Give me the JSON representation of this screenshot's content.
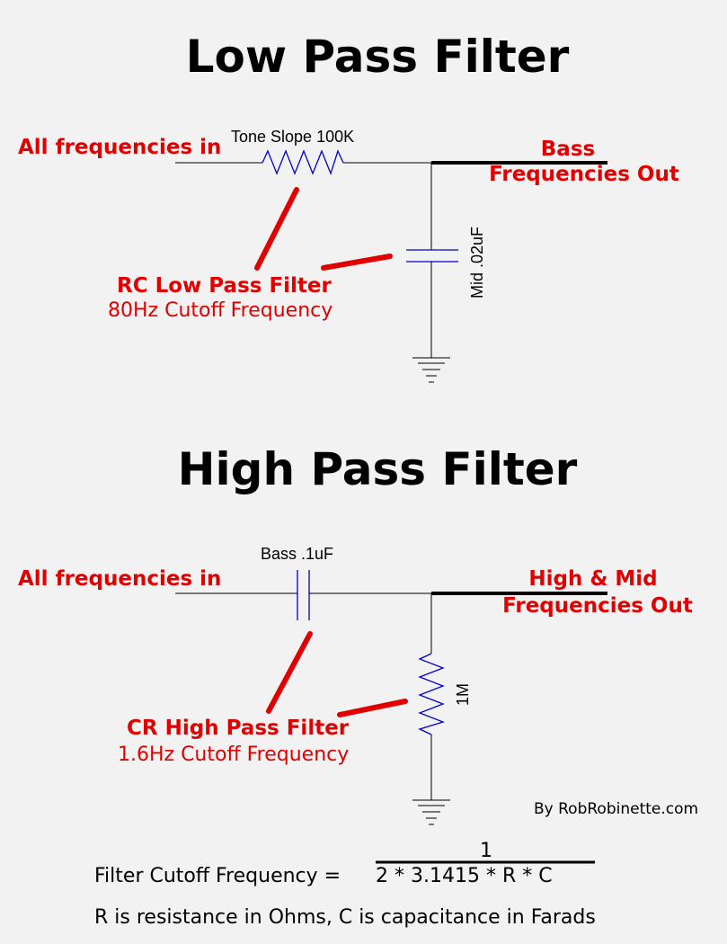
{
  "colors": {
    "background": "#f2f2f2",
    "annotation_red": "#e00000",
    "component_blue": "#0000cc",
    "wire_black": "#000000"
  },
  "low_pass": {
    "title": "Low Pass Filter",
    "input_label": "All frequencies in",
    "resistor_label": "Tone Slope 100K",
    "output_label_line1": "Bass",
    "output_label_line2": "Frequencies Out",
    "capacitor_label": "Mid .02uF",
    "filter_name": "RC Low Pass Filter",
    "cutoff": "80Hz Cutoff Frequency"
  },
  "high_pass": {
    "title": "High Pass Filter",
    "input_label": "All frequencies in",
    "capacitor_label": "Bass .1uF",
    "output_label_line1": "High & Mid",
    "output_label_line2": "Frequencies Out",
    "resistor_label": "1M",
    "filter_name": "CR High Pass Filter",
    "cutoff": "1.6Hz Cutoff Frequency"
  },
  "credit": "By RobRobinette.com",
  "formula": {
    "lhs": "Filter Cutoff Frequency =",
    "numerator": "1",
    "denominator": "2 * 3.1415 * R * C",
    "note": "R is resistance in Ohms, C is capacitance in Farads"
  }
}
